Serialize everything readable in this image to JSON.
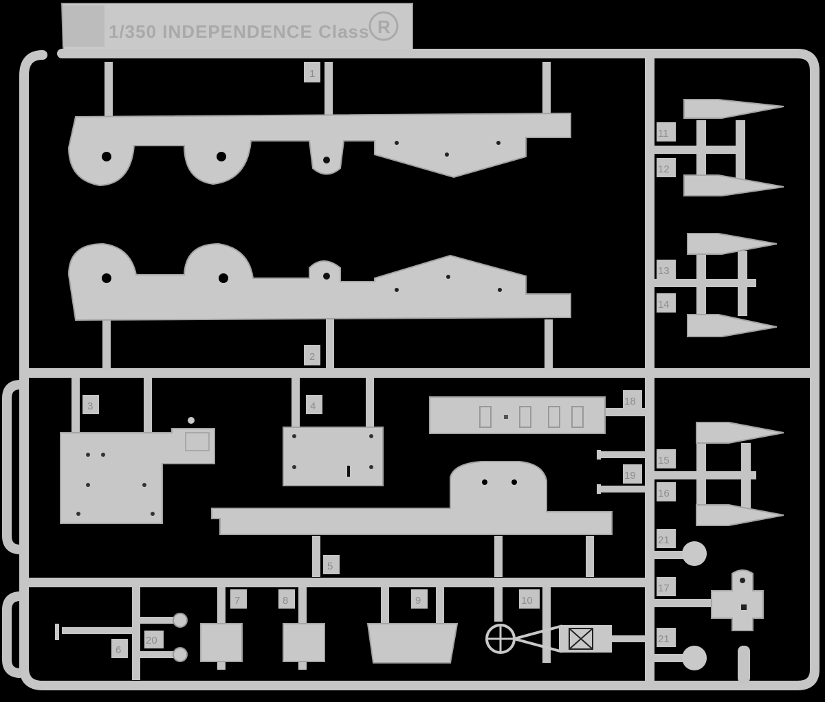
{
  "sprue_tab": {
    "title": "1/350 INDEPENDENCE Class",
    "mark": "R"
  },
  "part_numbers": [
    "1",
    "2",
    "3",
    "4",
    "5",
    "6",
    "7",
    "8",
    "9",
    "10",
    "11",
    "12",
    "13",
    "14",
    "15",
    "16",
    "17",
    "18",
    "19",
    "20",
    "21",
    "21"
  ],
  "colors": {
    "background": "#000000",
    "plastic": "#c8c8c8",
    "plastic_shadow": "#9e9e9e",
    "label_text": "#8d8d8d"
  }
}
